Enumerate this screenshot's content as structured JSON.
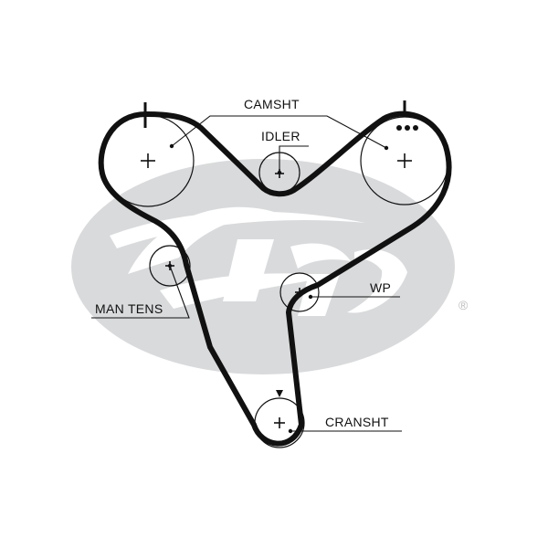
{
  "diagram": {
    "labels": {
      "camsht": "CAMSHT",
      "idler": "IDLER",
      "man_tens": "MAN TENS",
      "wp": "WP",
      "cranshht": "CRANSHT"
    },
    "brand_registered_mark": "®",
    "colors": {
      "ink": "#111111",
      "watermark": "#d9dadc",
      "background": "#ffffff"
    },
    "watermark_logo": "Gates logo (grey oval with swoosh lettering)"
  }
}
